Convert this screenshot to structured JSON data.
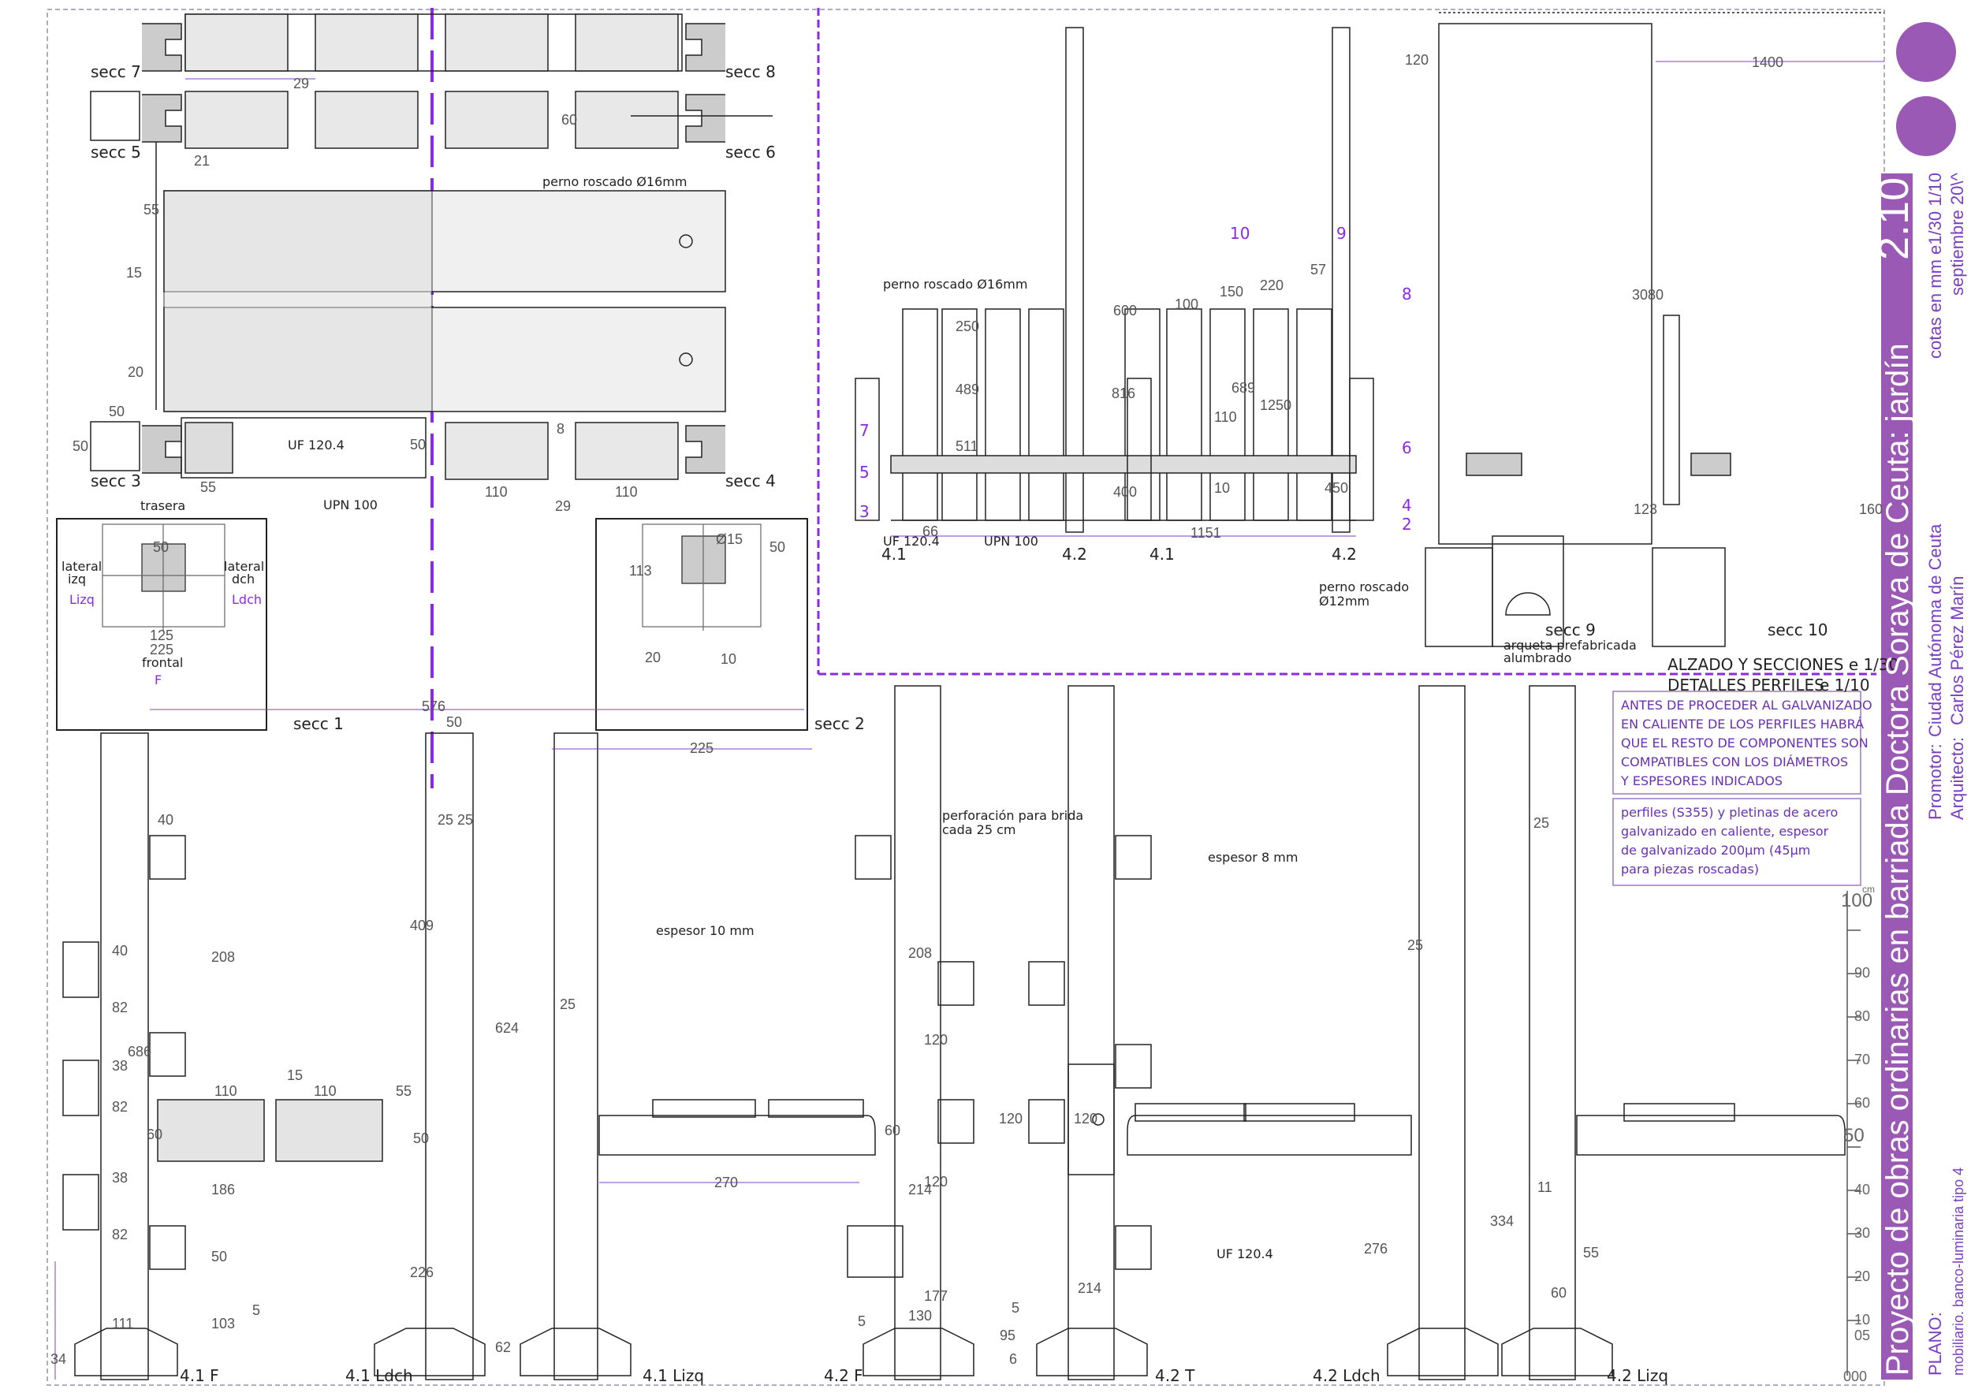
{
  "colors": {
    "accent": "#8a2be2",
    "title_panel": "#9b59b6",
    "line": "#222222",
    "dimension": "#7b3fc4"
  },
  "sections": {
    "secc7": "secc 7",
    "secc8": "secc 8",
    "secc5": "secc 5",
    "secc6": "secc 6",
    "secc3": "secc 3",
    "secc4": "secc 4",
    "secc1": "secc 1",
    "secc2": "secc 2",
    "secc9": "secc 9",
    "secc10": "secc 10"
  },
  "annotations": {
    "perno16_top": "perno roscado Ø16mm",
    "perno16_elev": "perno roscado Ø16mm",
    "uf1204_a": "UF 120.4",
    "upn100_a": "UPN 100",
    "uf1204_b": "UF 120.4",
    "upn100_b": "UPN 100",
    "uf1204_c": "UF 120.4",
    "trasera": "trasera",
    "lateral_izq_1": "lateral",
    "lateral_izq_2": "izq",
    "lateral_dch_1": "lateral",
    "lateral_dch_2": "dch",
    "frontal": "frontal",
    "L_izq": "Lizq",
    "L_dch": "Ldch",
    "F": "F",
    "perno12_1": "perno roscado",
    "perno12_2": "Ø12mm",
    "arqueta_1": "arqueta prefabricada",
    "arqueta_2": "alumbrado",
    "espesor10": "espesor 10 mm",
    "espesor8": "espesor 8 mm",
    "perforacion_1": "perforación para brida",
    "perforacion_2": "cada 25 cm"
  },
  "view_labels": {
    "v41_a": "4.1",
    "v42_a": "4.2",
    "v41_b": "4.1",
    "v42_b": "4.2",
    "b41F": "4.1 F",
    "b41Ldch": "4.1 Ldch",
    "b41Lizq": "4.1 Lizq",
    "b42F": "4.2 F",
    "b42T": "4.2 T",
    "b42Ldch": "4.2 Ldch",
    "b42Lizq": "4.2 Lizq"
  },
  "dims": {
    "d29a": "29",
    "d60a": "60",
    "d21": "21",
    "d55a": "55",
    "d15a": "15",
    "d20": "20",
    "d50a": "50",
    "d50b": "50",
    "d55b": "55",
    "d50c": "50",
    "d8": "8",
    "d110a": "110",
    "d29b": "29",
    "d110b": "110",
    "d125": "125",
    "d225a": "225",
    "d50d": "50",
    "d113": "113",
    "d15b": "Ø15",
    "d50e": "50",
    "d20b": "20",
    "d10a": "10",
    "d576": "576",
    "d50f": "50",
    "d225b": "225",
    "d40a": "40",
    "d25a": "25",
    "d25b": "25",
    "d40b": "40",
    "d208a": "208",
    "d409": "409",
    "d624": "624",
    "d82a": "82",
    "d686": "686",
    "d38a": "38",
    "d82b": "82",
    "d110c": "110",
    "d15c": "15",
    "d110d": "110",
    "d55c": "55",
    "d60b": "60",
    "d50g": "50",
    "d38b": "38",
    "d186": "186",
    "d82c": "82",
    "d50h": "50",
    "d226": "226",
    "d103": "103",
    "d5a": "5",
    "d111": "111",
    "d34": "34",
    "d62": "62",
    "d25c": "25",
    "d270": "270",
    "d208b": "208",
    "d120a": "120",
    "d120b": "120",
    "d120c": "120",
    "d60c": "60",
    "d214a": "214",
    "d120d": "120",
    "d177": "177",
    "d130": "130",
    "d5b": "5",
    "d95": "95",
    "d6": "6",
    "d5c": "5",
    "d214b": "214",
    "d25d": "25",
    "d25e": "25",
    "d276": "276",
    "d334": "334",
    "d11": "11",
    "d55d": "55",
    "d60d": "60",
    "e250": "250",
    "e489": "489",
    "e511": "511",
    "e66": "66",
    "e600": "600",
    "e100": "100",
    "e150": "150",
    "e220": "220",
    "e57": "57",
    "e816": "816",
    "e689": "689",
    "e110": "110",
    "e1250": "1250",
    "e400": "400",
    "e10b": "10",
    "e450": "450",
    "e1151": "1151",
    "e120": "120",
    "e1400": "1400",
    "e3080": "3080",
    "e123": "123",
    "e160": "160",
    "s10": "10",
    "s9": "9",
    "s8": "8",
    "s7": "7",
    "s6": "6",
    "s5": "5",
    "s4": "4",
    "s3": "3",
    "s2": "2"
  },
  "headings": {
    "alzado": "ALZADO Y SECCIONES e 1/30",
    "detalles": "DETALLES PERFILES",
    "detalles_scale": "e 1/10"
  },
  "notes": {
    "note1": [
      "ANTES DE PROCEDER AL GALVANIZADO",
      "EN CALIENTE DE LOS PERFILES HABRÁ",
      "QUE EL RESTO DE COMPONENTES SON",
      "COMPATIBLES CON LOS DIÁMETROS",
      "Y ESPESORES INDICADOS"
    ],
    "note2": [
      "perfiles (S355) y pletinas de acero",
      "galvanizado en caliente, espesor",
      "de galvanizado 200μm (45μm",
      "para piezas roscadas)"
    ]
  },
  "title_block": {
    "sheet_number": "2.10",
    "scale_note": "cotas en mm e1/30 1/10",
    "date": "septiembre 20\\^",
    "promotor_label": "Promotor:",
    "promotor": "Ciudad Autónoma de Ceuta",
    "arquitecto_label": "Arquitecto:",
    "arquitecto": "Carlos Pérez Marín",
    "project_title": "Proyecto de obras ordinarias en barriada Doctora Soraya de Ceuta: jardín",
    "plano_label": "PLANO:",
    "plano": "mobiliario. banco-luminaria tipo 4"
  },
  "scale_bar": {
    "ticks": [
      "000",
      "05",
      "10",
      "20",
      "30",
      "40",
      "50",
      "60",
      "70",
      "80",
      "90",
      "100"
    ],
    "unit": "cm"
  }
}
